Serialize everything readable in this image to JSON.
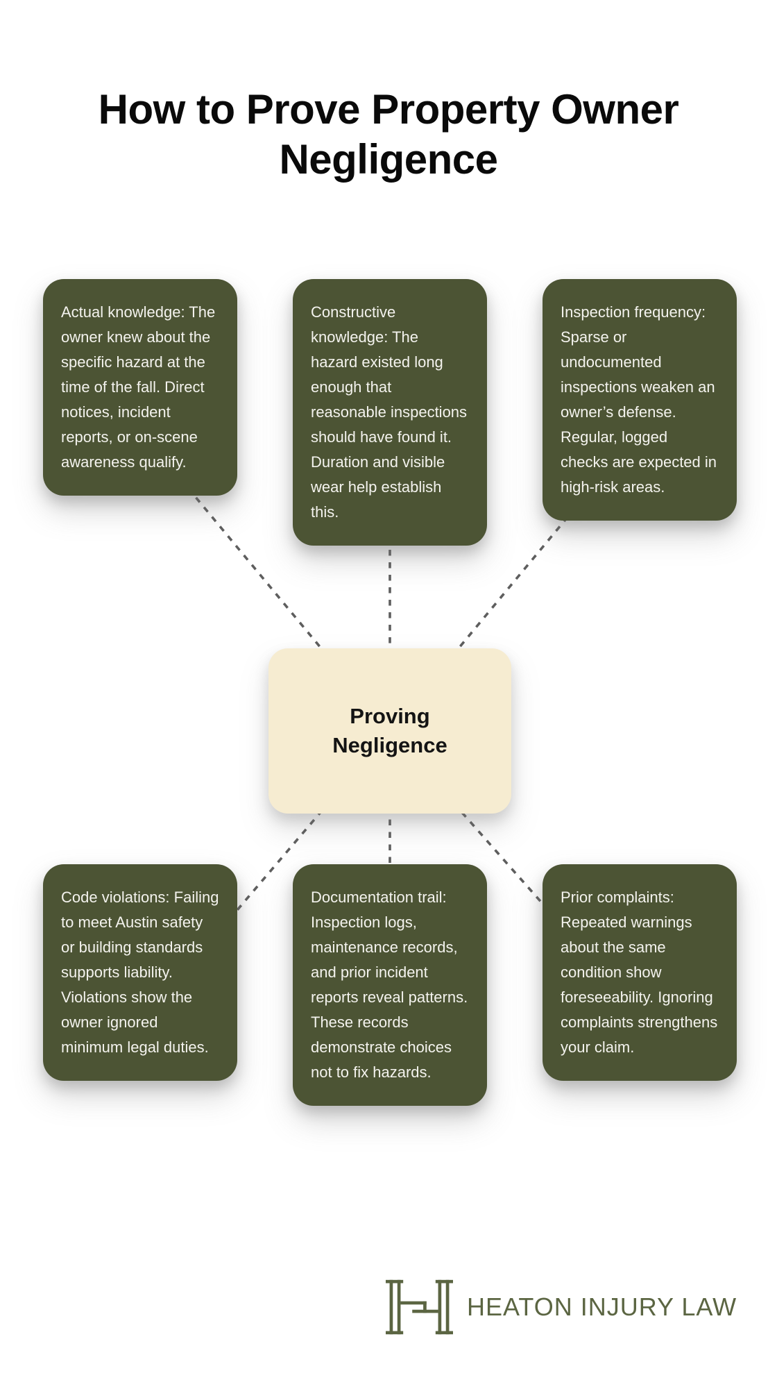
{
  "title": "How to Prove Property Owner Negligence",
  "center": {
    "label": "Proving\nNegligence"
  },
  "boxes": [
    {
      "id": "actual-knowledge",
      "text": "Actual knowledge: The owner knew about the specific hazard at the time of the fall. Direct notices, incident reports, or on-scene awareness qualify."
    },
    {
      "id": "constructive-knowledge",
      "text": "Constructive knowledge: The hazard existed long enough that reasonable inspections should have found it. Duration and visible wear help establish this."
    },
    {
      "id": "inspection-frequency",
      "text": "Inspection frequency: Sparse or undocumented inspections weaken an owner’s defense. Regular, logged checks are expected in high-risk areas."
    },
    {
      "id": "code-violations",
      "text": "Code violations: Failing to meet Austin safety or building standards supports liability. Violations show the owner ignored minimum legal duties."
    },
    {
      "id": "documentation-trail",
      "text": "Documentation trail: Inspection logs, maintenance records, and prior incident reports reveal patterns. These records demonstrate choices not to fix hazards."
    },
    {
      "id": "prior-complaints",
      "text": "Prior complaints: Repeated warnings about the same condition show foreseeability. Ignoring complaints strengthens your claim."
    }
  ],
  "logo": {
    "name": "HEATON INJURY LAW",
    "monogram": "H"
  },
  "colors": {
    "box_green": "#4C5434",
    "box_text": "#F4F3EE",
    "center_cream": "#F6ECD1",
    "dash_gray": "#5E5E5E",
    "logo_green": "#5B6542",
    "title_black": "#0A0A0A"
  }
}
